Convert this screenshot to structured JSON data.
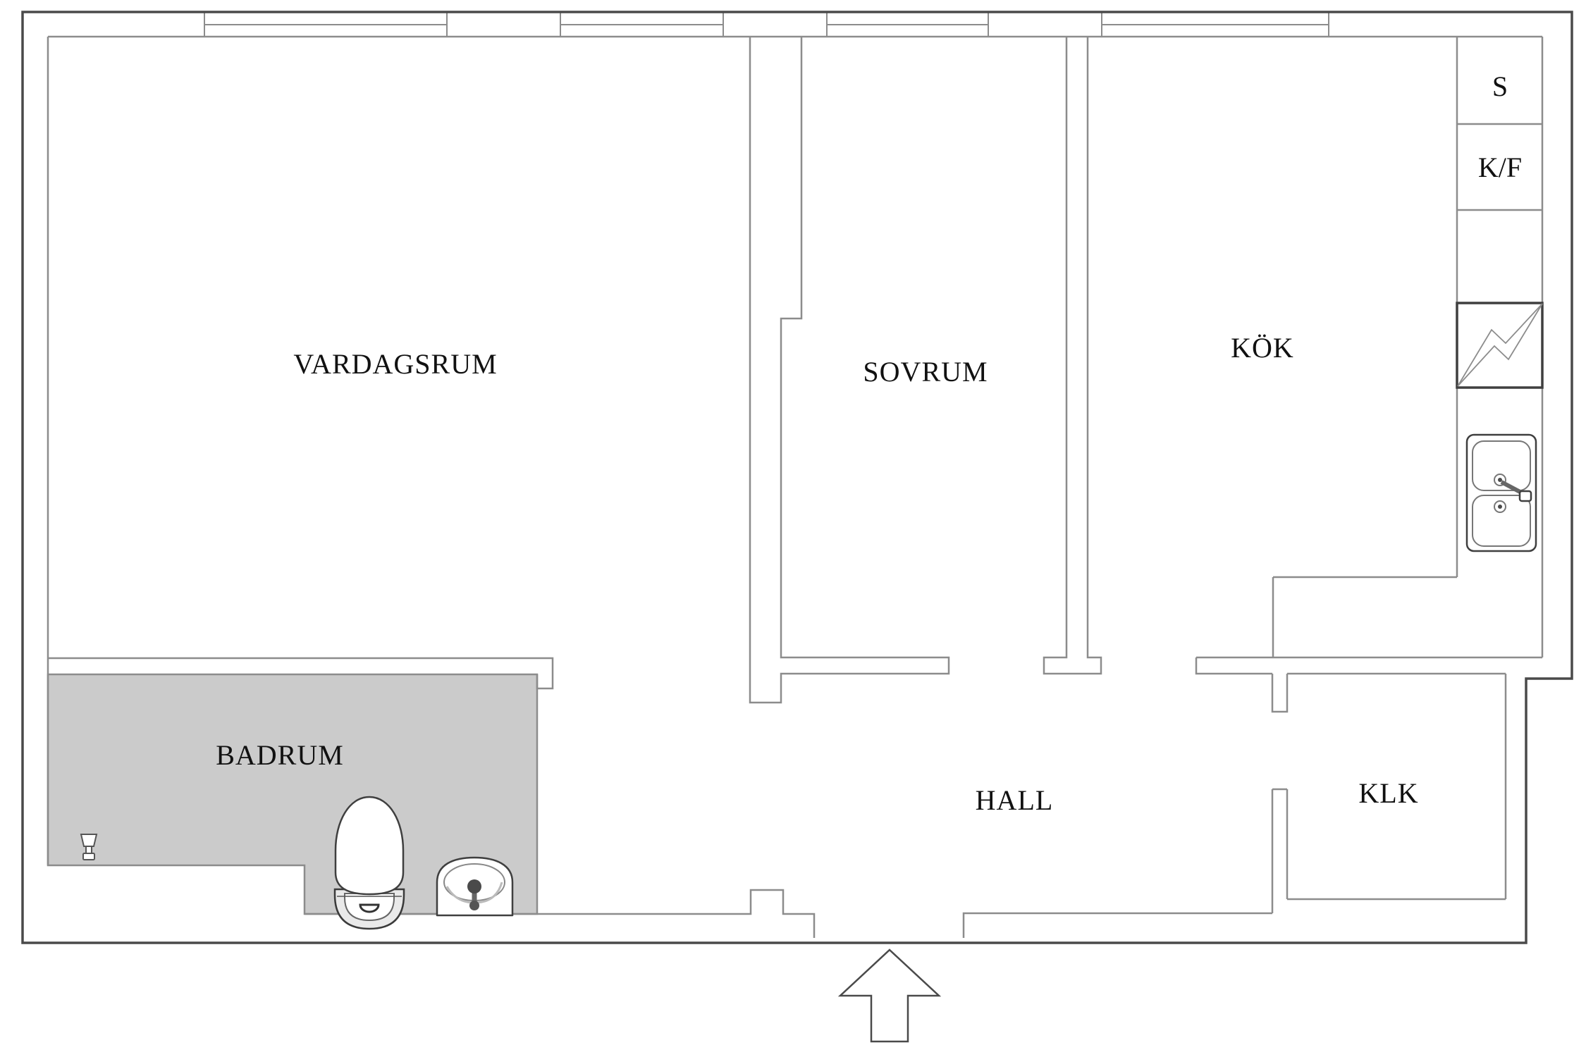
{
  "plan": {
    "background_color": "#ffffff",
    "badrum_floor_color": "#cbcbcb",
    "wall_color": "#8c8c8c",
    "outline_color": "#4a4a4a",
    "fixture_color": "#3f3f3f",
    "text_color": "#111111"
  },
  "rooms": {
    "vardagsrum": {
      "label": "VARDAGSRUM"
    },
    "sovrum": {
      "label": "SOVRUM"
    },
    "kok": {
      "label": "KÖK"
    },
    "badrum": {
      "label": "BADRUM"
    },
    "hall": {
      "label": "HALL"
    },
    "klk": {
      "label": "KLK"
    }
  },
  "kitchen_units": {
    "cabinet": {
      "label": "S"
    },
    "fridge_freezer": {
      "label": "K/F"
    }
  },
  "icons": {
    "stove": "lightning-stove-icon",
    "sink": "double-sink-icon",
    "toilet": "toilet-icon",
    "washbasin": "washbasin-icon",
    "valve": "floor-valve-icon",
    "entrance": "entrance-arrow-icon"
  }
}
